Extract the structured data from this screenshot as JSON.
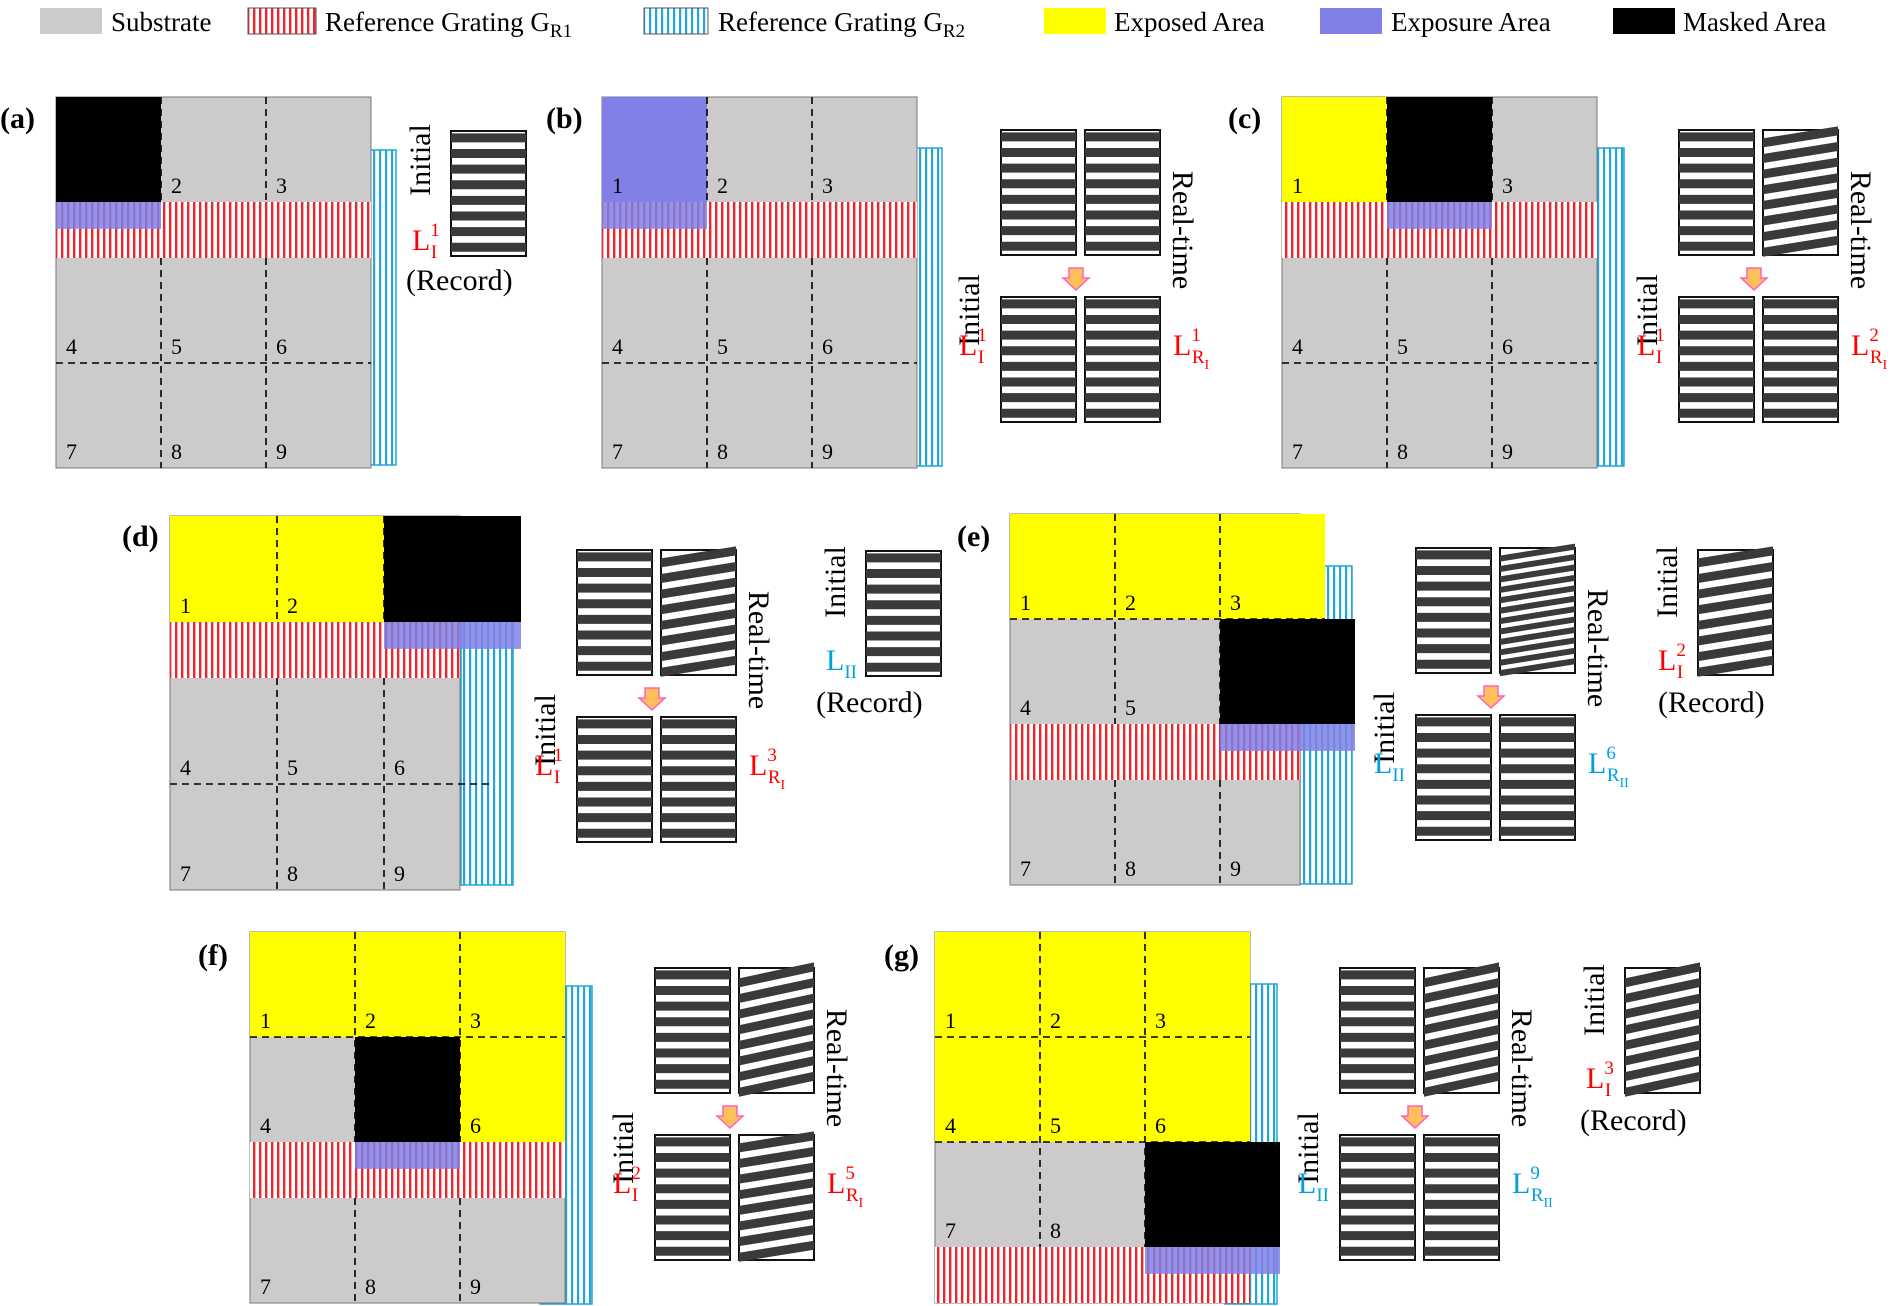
{
  "legend": {
    "substrate": "Substrate",
    "ref_grating_1": "Reference Grating G",
    "ref_grating_1_sub": "R1",
    "ref_grating_2": "Reference Grating G",
    "ref_grating_2_sub": "R2",
    "exposed": "Exposed Area",
    "exposure": "Exposure Area",
    "masked": "Masked Area"
  },
  "colors": {
    "substrate": "#cccacb",
    "grating_red": "#e8272f",
    "grating_blue": "#22a6d8",
    "exposed": "#ffff00",
    "exposure": "#8080e6",
    "masked": "#000000",
    "label_red": "#ff0000",
    "label_blue": "#00a0e0",
    "arrow": "#ffc05a",
    "arrow_edge": "#ff60c0"
  },
  "words": {
    "initial": "Initial",
    "real_time": "Real-time",
    "record": "(Record)",
    "L": "L"
  },
  "cells": [
    "1",
    "2",
    "3",
    "4",
    "5",
    "6",
    "7",
    "8",
    "9"
  ],
  "panels": [
    {
      "id": "a",
      "label": "(a)"
    },
    {
      "id": "b",
      "label": "(b)"
    },
    {
      "id": "c",
      "label": "(c)"
    },
    {
      "id": "d",
      "label": "(d)"
    },
    {
      "id": "e",
      "label": "(e)"
    },
    {
      "id": "f",
      "label": "(f)"
    },
    {
      "id": "g",
      "label": "(g)"
    }
  ],
  "fringe_labels": {
    "a_init": {
      "sup": "1",
      "sub": "I",
      "color": "red"
    },
    "b_init": {
      "sup": "1",
      "sub": "I",
      "color": "red"
    },
    "b_rt": {
      "sup": "1",
      "sub": "R",
      "subsub": "I",
      "color": "red"
    },
    "c_init": {
      "sup": "1",
      "sub": "I",
      "color": "red"
    },
    "c_rt": {
      "sup": "2",
      "sub": "R",
      "subsub": "I",
      "color": "red"
    },
    "d_init": {
      "sup": "1",
      "sub": "I",
      "color": "red"
    },
    "d_rt": {
      "sup": "3",
      "sub": "R",
      "subsub": "I",
      "color": "red"
    },
    "d_rec": {
      "sup": "",
      "sub": "II",
      "color": "blue"
    },
    "e_init": {
      "sup": "",
      "sub": "II",
      "color": "blue"
    },
    "e_rt": {
      "sup": "6",
      "sub": "R",
      "subsub": "II",
      "color": "blue"
    },
    "e_rec": {
      "sup": "2",
      "sub": "I",
      "color": "red"
    },
    "f_init": {
      "sup": "2",
      "sub": "I",
      "color": "red"
    },
    "f_rt": {
      "sup": "5",
      "sub": "R",
      "subsub": "I",
      "color": "red"
    },
    "g_init": {
      "sup": "",
      "sub": "II",
      "color": "blue"
    },
    "g_rt": {
      "sup": "9",
      "sub": "R",
      "subsub": "II",
      "color": "blue"
    },
    "g_rec": {
      "sup": "3",
      "sub": "I",
      "color": "red"
    }
  }
}
